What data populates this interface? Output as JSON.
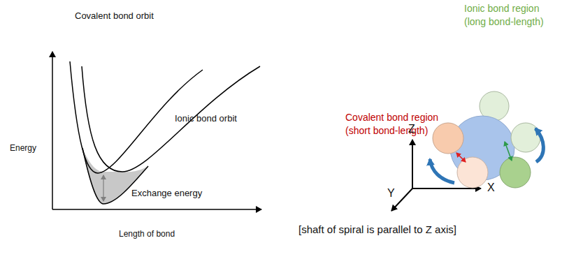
{
  "diagram": {
    "labels": [
      "Covalent bond orbit",
      "Ionic bond orbit",
      "Exchange energy",
      "Energy",
      "Length of bond",
      "Ionic bond region",
      "(long bond-length)",
      "Covalent  bond region",
      "(short bond-length)",
      "Z",
      "Y",
      "X",
      "[shaft of spiral is parallel to Z axis]"
    ]
  }
}
